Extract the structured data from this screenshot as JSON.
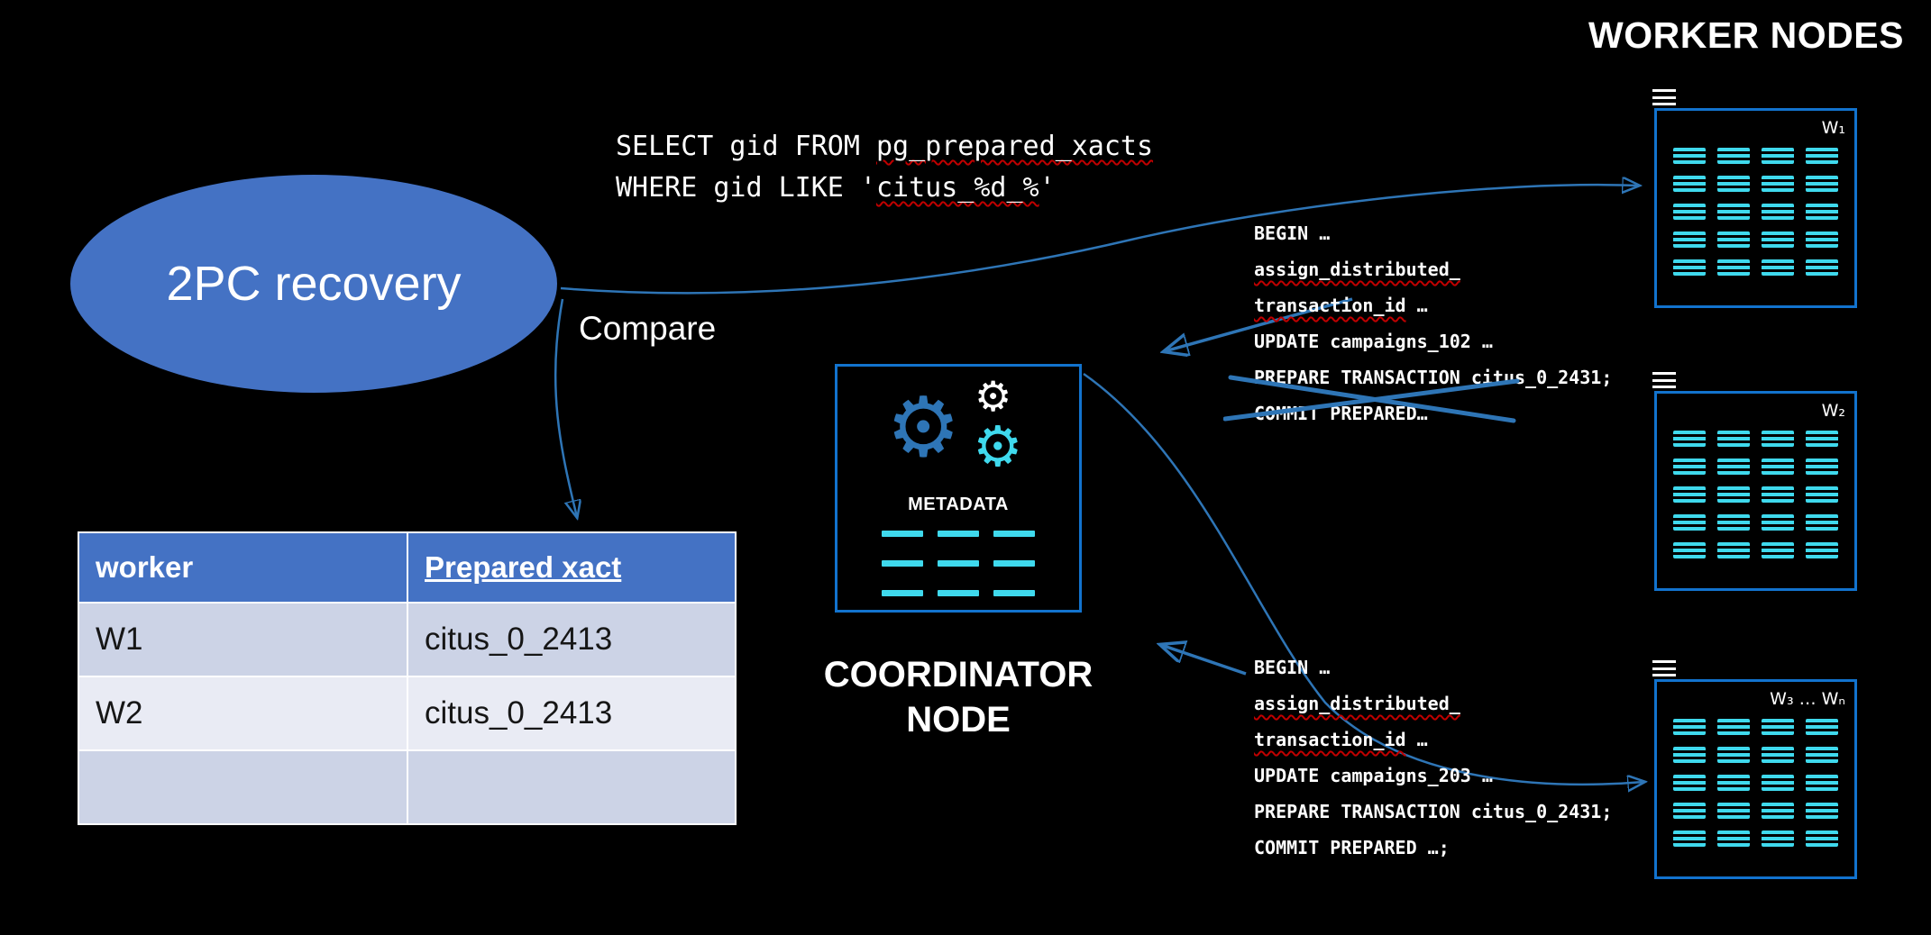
{
  "page_title": "WORKER NODES",
  "ellipse": {
    "label": "2PC recovery"
  },
  "sql_query": {
    "lines": [
      [
        {
          "t": "SELECT gid FROM "
        },
        {
          "t": "pg_prepared_xacts",
          "wavy": true
        }
      ],
      [
        {
          "t": "WHERE gid LIKE '"
        },
        {
          "t": "citus_%d_%",
          "wavy": true
        },
        {
          "t": "'"
        }
      ]
    ]
  },
  "compare_label": "Compare",
  "recovery_table": {
    "headers": [
      "worker",
      "Prepared xact"
    ],
    "rows": [
      [
        "W1",
        "citus_0_2413"
      ],
      [
        "W2",
        "citus_0_2413"
      ],
      [
        "",
        ""
      ]
    ]
  },
  "coordinator": {
    "metadata_label": "METADATA",
    "label_line1": "COORDINATOR",
    "label_line2": "NODE"
  },
  "worker_nodes": [
    {
      "label": "W₁"
    },
    {
      "label": "W₂"
    },
    {
      "label": "W₃ … Wₙ"
    }
  ],
  "transaction_blocks": [
    {
      "name": "transaction-log-upper",
      "lines": [
        [
          {
            "t": "BEGIN …"
          }
        ],
        [
          {
            "t": "assign_distributed_",
            "wavy": true
          }
        ],
        [
          {
            "t": "transaction_id",
            "wavy": true
          },
          {
            "t": " …"
          }
        ],
        [
          {
            "t": "UPDATE campaigns_102 …"
          }
        ],
        [
          {
            "t": "PREPARE TRANSACTION citus_0_2431;"
          }
        ],
        [
          {
            "t": "COMMIT PREPARED…"
          }
        ]
      ],
      "crossed_out": true
    },
    {
      "name": "transaction-log-lower",
      "lines": [
        [
          {
            "t": "BEGIN …"
          }
        ],
        [
          {
            "t": "assign_distributed_",
            "wavy": true
          }
        ],
        [
          {
            "t": "transaction_id",
            "wavy": true
          },
          {
            "t": " …"
          }
        ],
        [
          {
            "t": "UPDATE campaigns_203 …"
          }
        ],
        [
          {
            "t": "PREPARE TRANSACTION citus_0_2431;"
          }
        ],
        [
          {
            "t": "COMMIT PREPARED …;"
          }
        ]
      ],
      "crossed_out": false
    }
  ],
  "colors": {
    "background": "#000000",
    "accent_blue": "#4472C4",
    "border_blue": "#1273CE",
    "cyan": "#3FD9ED",
    "arrow_blue": "#2E75B6",
    "squiggle_red": "#C00000",
    "table_row_odd": "#CCD3E6",
    "table_row_even": "#E9EBF4"
  }
}
